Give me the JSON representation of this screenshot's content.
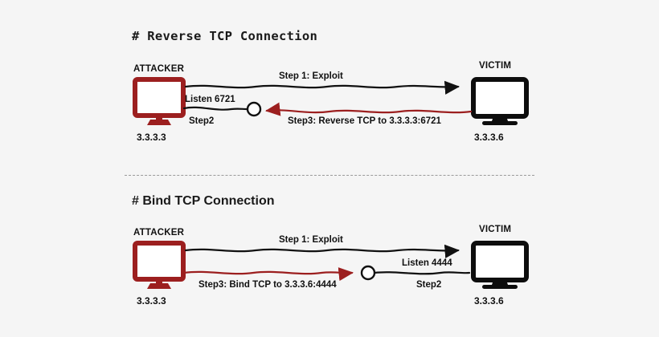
{
  "page": {
    "background_color": "#f5f5f5",
    "attacker_color": "#9c1f1f",
    "victim_color": "#0d0d0d",
    "exploit_line_color": "#111111",
    "payload_line_color": "#9c1f1f",
    "divider_color": "#9a9a9a"
  },
  "sections": [
    {
      "id": "reverse-tcp",
      "heading": "# Reverse TCP Connection",
      "heading_style": "monospace",
      "attacker": {
        "title": "ATTACKER",
        "ip": "3.3.3.3",
        "icon": "monitor-icon",
        "color": "#9c1f1f"
      },
      "victim": {
        "title": "VICTIM",
        "ip": "3.3.3.6",
        "icon": "monitor-icon",
        "color": "#0d0d0d"
      },
      "edges": [
        {
          "id": "exploit",
          "label": "Step 1: Exploit",
          "color": "#111111",
          "direction": "attacker-to-victim"
        },
        {
          "id": "listener",
          "label_above": "Listen 6721",
          "label_below": "Step2",
          "color": "#111111",
          "direction": "attacker-to-socket"
        },
        {
          "id": "payload",
          "label": "Step3: Reverse TCP to 3.3.3.3:6721",
          "color": "#9c1f1f",
          "direction": "victim-to-attacker"
        }
      ],
      "socket": {
        "icon": "socket-circle-icon"
      }
    },
    {
      "id": "bind-tcp",
      "heading": "# Bind TCP Connection",
      "heading_style": "sans-serif",
      "attacker": {
        "title": "ATTACKER",
        "ip": "3.3.3.3",
        "icon": "monitor-icon",
        "color": "#9c1f1f"
      },
      "victim": {
        "title": "VICTIM",
        "ip": "3.3.3.6",
        "icon": "monitor-icon",
        "color": "#0d0d0d"
      },
      "edges": [
        {
          "id": "exploit",
          "label": "Step 1: Exploit",
          "color": "#111111",
          "direction": "attacker-to-victim"
        },
        {
          "id": "payload",
          "label": "Step3: Bind TCP to 3.3.3.6:4444",
          "color": "#9c1f1f",
          "direction": "attacker-to-socket"
        },
        {
          "id": "listener",
          "label_above": "Listen 4444",
          "label_below": "Step2",
          "color": "#111111",
          "direction": "socket-to-victim"
        }
      ],
      "socket": {
        "icon": "socket-circle-icon"
      }
    }
  ]
}
